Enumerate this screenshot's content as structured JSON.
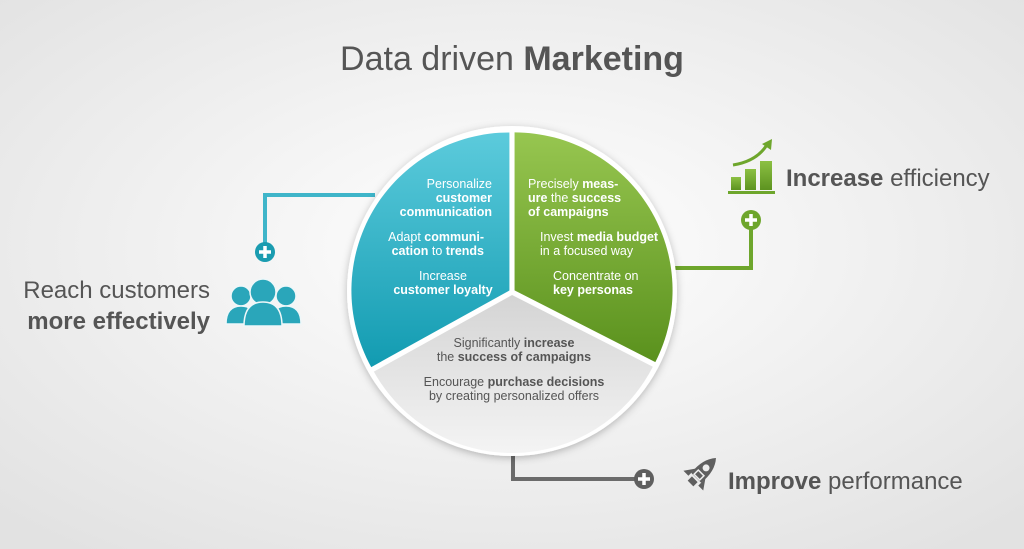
{
  "title": [
    {
      "t": "Data driven ",
      "b": false
    },
    {
      "t": "Marketing",
      "b": true
    }
  ],
  "colors": {
    "teal": "#1aa3b8",
    "green": "#6ea62c",
    "gray": "#6b6b6b",
    "text": "#555555"
  },
  "segments": {
    "teal": {
      "lines": [
        [
          {
            "t": "Personalize",
            "b": false
          }
        ],
        [
          {
            "t": "customer",
            "b": true
          }
        ],
        [
          {
            "t": "communication",
            "b": true
          }
        ],
        [
          {
            "t": "Adapt ",
            "b": false
          },
          {
            "t": "communi-",
            "b": true
          }
        ],
        [
          {
            "t": "cation",
            "b": true
          },
          {
            "t": " to ",
            "b": false
          },
          {
            "t": "trends",
            "b": true
          }
        ],
        [
          {
            "t": "Increase",
            "b": false
          }
        ],
        [
          {
            "t": "customer loyalty",
            "b": true
          }
        ]
      ]
    },
    "green": {
      "lines": [
        [
          {
            "t": "Precisely ",
            "b": false
          },
          {
            "t": "meas-",
            "b": true
          }
        ],
        [
          {
            "t": "ure",
            "b": true
          },
          {
            "t": " the ",
            "b": false
          },
          {
            "t": "success",
            "b": true
          }
        ],
        [
          {
            "t": "of campaigns",
            "b": true
          }
        ],
        [
          {
            "t": "Invest ",
            "b": false
          },
          {
            "t": "media budget",
            "b": true
          }
        ],
        [
          {
            "t": "in a focused way",
            "b": false
          }
        ],
        [
          {
            "t": "Concentrate on",
            "b": false
          }
        ],
        [
          {
            "t": "key personas",
            "b": true
          }
        ]
      ]
    },
    "gray": {
      "lines": [
        [
          {
            "t": "Significantly ",
            "b": false
          },
          {
            "t": "increase",
            "b": true
          }
        ],
        [
          {
            "t": "the ",
            "b": false
          },
          {
            "t": "success of campaigns",
            "b": true
          }
        ],
        [
          {
            "t": "Encourage ",
            "b": false
          },
          {
            "t": "purchase decisions",
            "b": true
          }
        ],
        [
          {
            "t": "by creating personalized offers",
            "b": false
          }
        ]
      ]
    }
  },
  "callouts": {
    "reach": {
      "line1": "Reach customers",
      "line2": "more effectively",
      "icon": "people-icon"
    },
    "efficiency": {
      "bold": "Increase",
      "rest": " efficiency",
      "icon": "bar-chart-growth-icon"
    },
    "performance": {
      "bold": "Improve",
      "rest": " performance",
      "icon": "rocket-icon"
    }
  }
}
